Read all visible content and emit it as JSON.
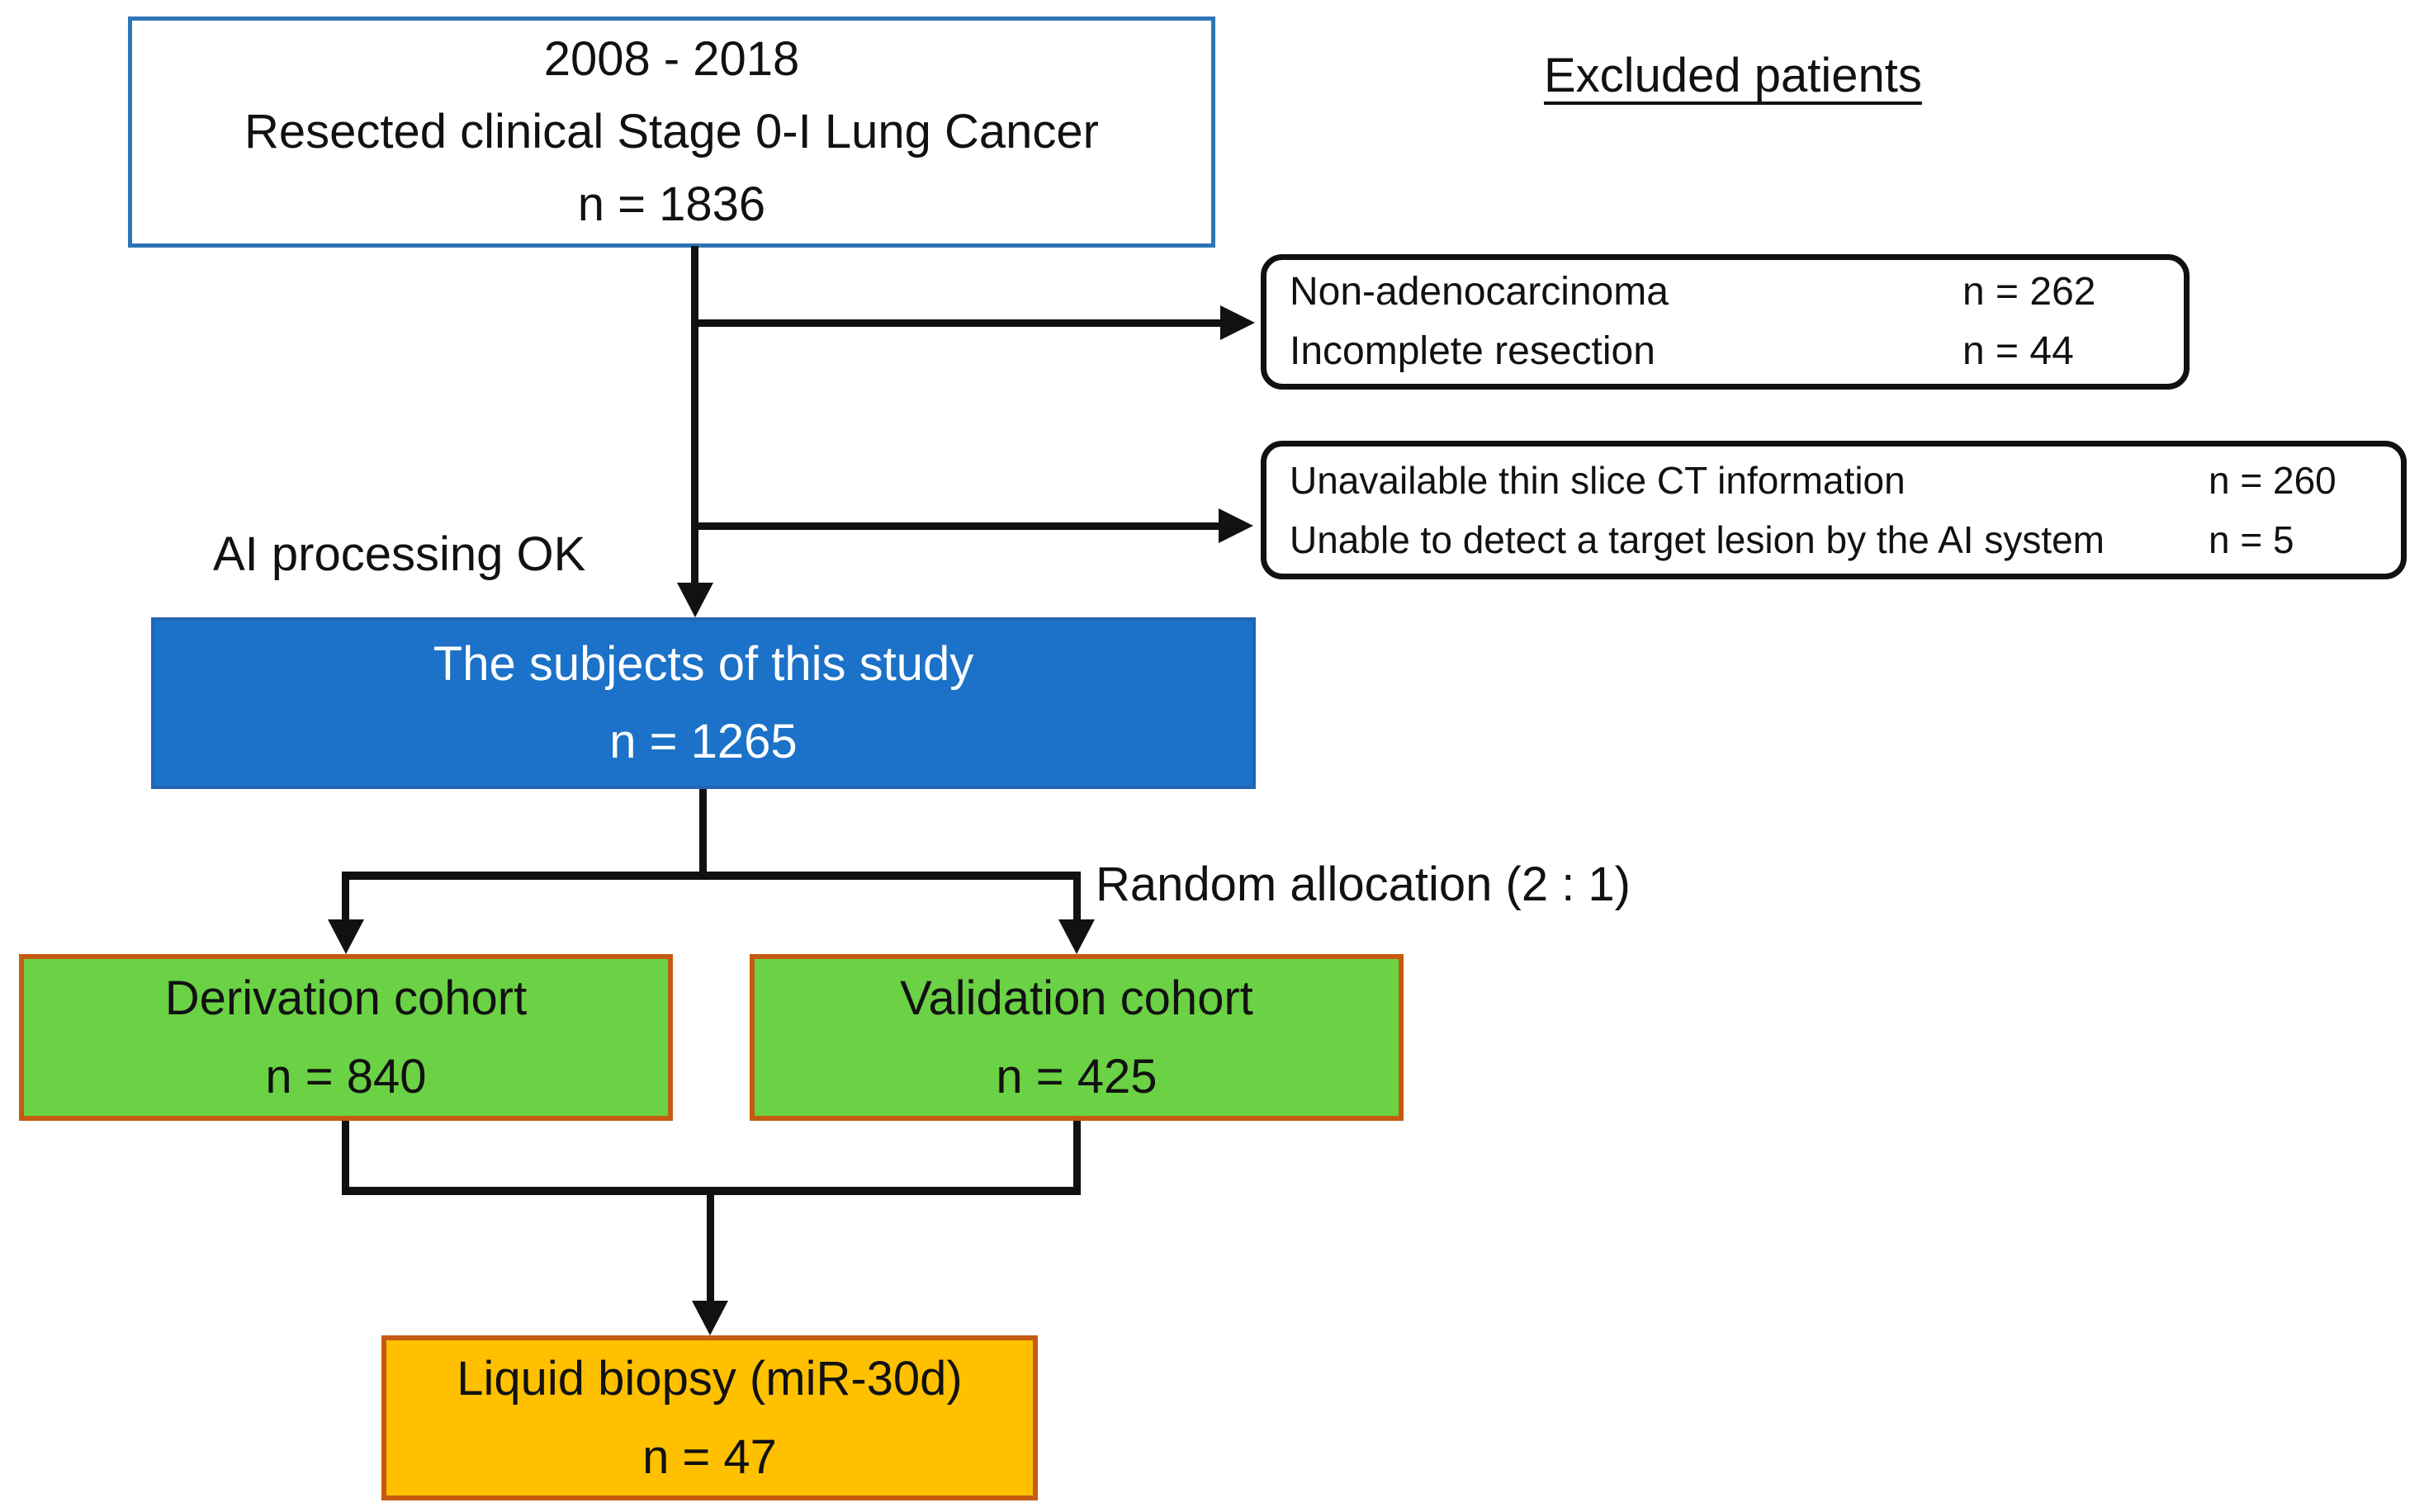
{
  "nodes": {
    "source": {
      "line1": "2008 - 2018",
      "line2": "Resected clinical Stage 0-I Lung Cancer",
      "line3": "n = 1836"
    },
    "excluded_heading": "Excluded patients",
    "exclusion_box_1": {
      "rows": [
        {
          "label": "Non-adenocarcinoma",
          "value": "n = 262"
        },
        {
          "label": "Incomplete resection",
          "value": "n = 44"
        }
      ]
    },
    "exclusion_box_2": {
      "rows": [
        {
          "label": "Unavailable thin slice CT information",
          "value": "n = 260"
        },
        {
          "label": "Unable to detect a target lesion by the AI system",
          "value": "n = 5"
        }
      ]
    },
    "ai_processing_label": "AI processing OK",
    "subjects": {
      "line1": "The subjects of this study",
      "line2": "n = 1265"
    },
    "random_allocation_label": "Random allocation (2 : 1)",
    "derivation": {
      "line1": "Derivation cohort",
      "line2": "n = 840"
    },
    "validation": {
      "line1": "Validation cohort",
      "line2": "n = 425"
    },
    "liquid_biopsy": {
      "line1": "Liquid biopsy (miR-30d)",
      "line2": "n = 47"
    }
  },
  "colors": {
    "source_box_border": "#2E75B6",
    "subjects_box_fill": "#1B72C8",
    "cohort_box_fill": "#6BD145",
    "cohort_box_border": "#C55A11",
    "biopsy_box_fill": "#FFC000",
    "connector_line": "#111111"
  }
}
